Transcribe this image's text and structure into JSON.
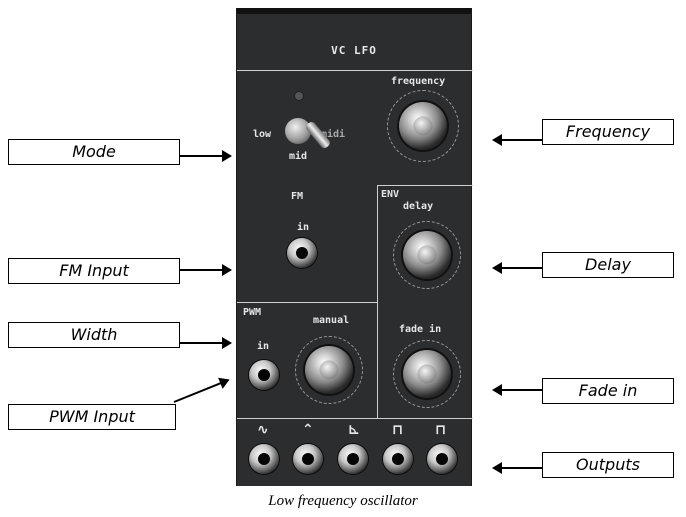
{
  "module": {
    "title": "VC LFO",
    "frequency_label": "frequency",
    "mode_low": "low",
    "mode_midi": "midi",
    "mode_mid": "mid",
    "fm_section": "FM",
    "fm_in": "in",
    "env_section": "ENV",
    "delay_label": "delay",
    "fade_in_label": "fade in",
    "pwm_section": "PWM",
    "pwm_in": "in",
    "manual_label": "manual",
    "outputs": [
      "sine-wave-icon",
      "triangle-wave-icon",
      "saw-wave-icon",
      "square-wave-icon",
      "pulse-wave-icon"
    ]
  },
  "callouts": {
    "mode": "Mode",
    "fm_input": "FM Input",
    "width": "Width",
    "pwm_input": "PWM Input",
    "frequency": "Frequency",
    "delay": "Delay",
    "fade_in": "Fade in",
    "outputs": "Outputs"
  },
  "caption": "Low frequency oscillator",
  "colors": {
    "panel": "#2b2d2f",
    "label": "#e6e6e6",
    "frame": "#cfcfcf"
  }
}
